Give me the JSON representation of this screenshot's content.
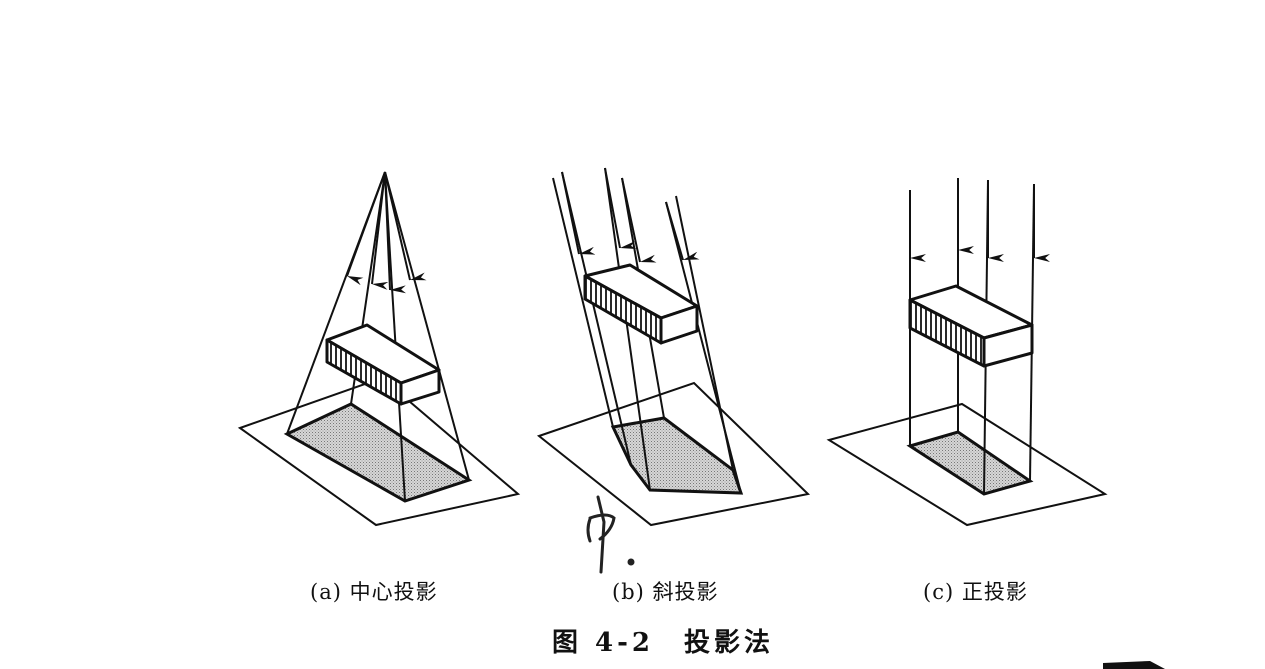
{
  "captions": {
    "a": "(a) 中心投影",
    "b": "(b) 斜投影",
    "c": "(c) 正投影"
  },
  "figure_title": "图 4-2　投影法",
  "handwritten_note": "中。",
  "colors": {
    "ink": "#111111",
    "shadow_fill": "#c8c8c8",
    "paper": "#ffffff"
  }
}
